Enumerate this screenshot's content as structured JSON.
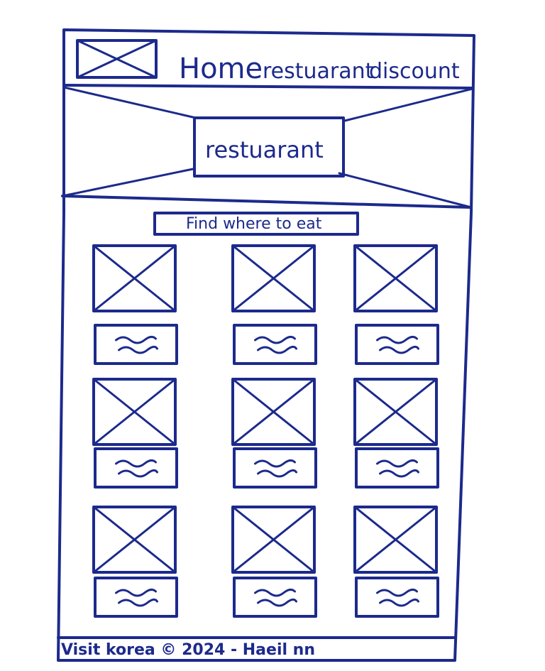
{
  "nav": {
    "home": "Home",
    "restaurant": "restuarant",
    "discount": "discount"
  },
  "hero": {
    "title": "restuarant"
  },
  "search": {
    "label": "Find where to eat"
  },
  "grid": {
    "rows": 3,
    "columns": 3
  },
  "footer": {
    "text": "Visit korea © 2024 - Haeil nn"
  }
}
